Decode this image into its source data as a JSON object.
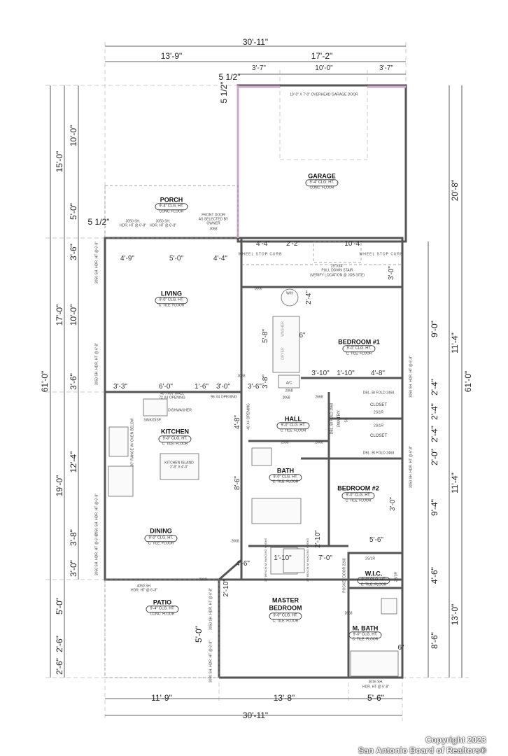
{
  "dimensions": {
    "top_overall": "30'-11\"",
    "top_left": "13'-9\"",
    "top_right": "17'-2\"",
    "garage_left": "3'-7\"",
    "garage_door": "10'-0\"",
    "garage_right": "3'-7\"",
    "offset_a": "5 1/2\"",
    "offset_b": "5 1/2\"",
    "offset_c": "5 1/2\"",
    "left_overall": "61'-0\"",
    "left_1": [
      "15'-0\"",
      "17'-0\"",
      "19'-0\"",
      "5'-0\"",
      "2'-6\"",
      "2'-6\""
    ],
    "left_2": [
      "10'-0\"",
      "5'-0\"",
      "3'-6\"",
      "10'-0\"",
      "3'-6\"",
      "12'-4\"",
      "3'-8\"",
      "3'-0\""
    ],
    "right_overall": "61'-0\"",
    "right_1": [
      "20'-8\"",
      "11'-4\"",
      "11'-4\"",
      "13'-0\""
    ],
    "right_2": [
      "3'-0\"",
      "9'-0\"",
      "2'-4\"",
      "2'-4\"",
      "2'-4\"",
      "2'-0\"",
      "9'-4\"",
      "4'-6\"",
      "8'-6\""
    ],
    "bottom": [
      "11'-9\"",
      "13'-8\"",
      "5'-6\""
    ],
    "bottom_overall": "30'-11\"",
    "living_row": [
      "4'-9\"",
      "5'-0\"",
      "4'-4\""
    ],
    "kitchen_row": [
      "3'-3\"",
      "6'-0\"",
      "1'-6\"",
      "3'-0\"",
      "3'-6\""
    ],
    "garage_row": [
      "4'-4\"",
      "2'-2\"",
      "10'-4\""
    ],
    "hall_row": [
      "3'-10\"",
      "1'-10\"",
      "4'-8\""
    ],
    "misc": [
      "5'-8\"",
      "2'-4\"",
      "6\"",
      "3'-8\"",
      "4'-8\"",
      "8'-6\"",
      "2'-10\"",
      "2'-10\"",
      "4'-6\"",
      "1'-10\"",
      "7'-0\"",
      "5'-6\"",
      "3'-0\"",
      "6\"",
      "5'-0\""
    ]
  },
  "rooms": {
    "garage": {
      "name": "GARAGE",
      "ceiling": "9'-4\" CLG. HT.",
      "floor": "CONC. FLOOR"
    },
    "porch": {
      "name": "PORCH",
      "ceiling": "9'-4\" CLG. HT.",
      "floor": "CONC. FLOOR"
    },
    "living": {
      "name": "LIVING",
      "ceiling": "9'-0\" CLG. HT.",
      "floor": "C. TILE. FLOOR"
    },
    "kitchen": {
      "name": "KITCHEN",
      "ceiling": "9'-0\" CLG. HT.",
      "floor": "C. TILE. FLOOR"
    },
    "dining": {
      "name": "DINING",
      "ceiling": "9'-0\" CLG. HT.",
      "floor": "C. TILE. FLOOR"
    },
    "patio": {
      "name": "PATIO",
      "ceiling": "9'-4\" CLG. HT.",
      "floor": "CONC. FLOOR"
    },
    "hall": {
      "name": "HALL",
      "ceiling": "9'-0\" CLG. HT.",
      "floor": "C. TILE. FLOOR"
    },
    "bath": {
      "name": "BATH",
      "ceiling": "9'-0\" CLG. HT.",
      "floor": "C. TILE. FLOOR"
    },
    "bedroom1": {
      "name": "BEDROOM #1",
      "ceiling": "9'-0\" CLG. HT.",
      "floor": "C. TILE. FLOOR"
    },
    "bedroom2": {
      "name": "BEDROOM #2",
      "ceiling": "9'-0\" CLG. HT.",
      "floor": "C. TILE. FLOOR"
    },
    "master": {
      "name1": "MASTER",
      "name2": "BEDROOM",
      "ceiling": "9'-0\" CLG. HT.",
      "floor": "C. TILE. FLOOR"
    },
    "wic": {
      "name": "W.I.C.",
      "ceiling": "9'-0\" CLG. HT.",
      "floor": "C. TILE. FLOOR"
    },
    "mbath": {
      "name": "M. BATH",
      "ceiling": "9'-0\" CLG. HT.",
      "floor": "C. TILE. FLOOR"
    },
    "closet1": "CLOSET",
    "closet2": "CLOSET",
    "pantry": "PANTRY"
  },
  "notes": {
    "garage_door": "10'-0\" X 7'-0\" OVERHEAD GARAGE DOOR",
    "wheel_stop_left": "WHEEL STOP CURB",
    "wheel_stop_right": "WHEEL STOP CURB",
    "attic1": "25\"X54\"",
    "attic2": "PULL DOWN STAIR",
    "attic3": "(VERIFY LOCATION @ JOB SITE)",
    "front_door1": "FRONT DOOR",
    "front_door2": "AS SELECTED BY",
    "front_door3": "OWNER",
    "front_door4": "3068",
    "porch_win1a": "3050 SH.",
    "porch_win1b": "HDR. HT @ 6'-8\"",
    "porch_win2a": "3050 SH.",
    "porch_win2b": "HDR. HT @ 6'-8\"",
    "living_win1": "3050 SH. HDR. HT @ 6'-8\"",
    "living_win2": "3050 SH. HDR. HT @ 6'-8\"",
    "dining_win1": "3050 SH. HDR. HT @ 6'-8\"",
    "dining_win2": "3050 SH. HDR. HT @ 6'-8\"",
    "patio_door1": "4050 SH.",
    "patio_door2": "HDR. HT @ 6'-8\"",
    "master_win1": "3050 SH. HDR. HT @ 6'-8\"",
    "master_win2": "3050 SH. HDR. HT @ 6'-8\"",
    "bed1_win": "3050 SH. HDR. HT @ 6'-8\"",
    "bed2_win": "3050 SH. HDR. HT @ 6'-8\"",
    "mbath_win1": "3016 SH.",
    "mbath_win2": "HDR. HT @ 6'-8\"",
    "half_wall1": "40\" HGT WALL",
    "half_wall2": "72 X4 OPENING",
    "opening1": "96 X4 OPENING",
    "opening2": "48 X4 OPENING",
    "sink": "SINK/DISP.",
    "dishwasher": "DISHWASHER",
    "range": "30\" RANGE W/ OVEN BELOW",
    "island1": "KITCHEN ISLAND",
    "island2": "2'-8\" X 4'-0\"",
    "door_2868_a": "2868",
    "door_3068": "3068",
    "door_2068_a": "2068",
    "door_2068_b": "2068",
    "door_2668_a": "2668",
    "door_2668_b": "2668",
    "door_2668_c": "2668",
    "door_2668_d": "2668",
    "door_2668_e": "2668",
    "door_2668_f": "2668",
    "door_2668_g": "2668",
    "bifold_pantry": "DBL. BI FOLD 1968",
    "bifold1": "DBL. BI FOLD 2468",
    "bifold2": "DBL. BI FOLD 2468",
    "shelf1": "2S/1R",
    "shelf2": "2S/1R",
    "shelf3": "2S/1R",
    "shelf4": "2S/1R",
    "pantry_ss": "5S",
    "pocket": "POCKET DOOR 2268",
    "washer": "WASHER",
    "dryer": "DRYER",
    "ac": "A/C",
    "wh": "W/H",
    "bench1": "30\" BENCH W/ HANGING HOOKS",
    "bench2": "30\" BENCH W/ HANGING HOOKS"
  },
  "copyright": {
    "line1": "Copyright 2023",
    "line2": "San Antonio Board of Realtors®"
  },
  "colors": {
    "wall": "#555555",
    "dim": "#333333",
    "accent_wall": "#c9a9c9"
  }
}
